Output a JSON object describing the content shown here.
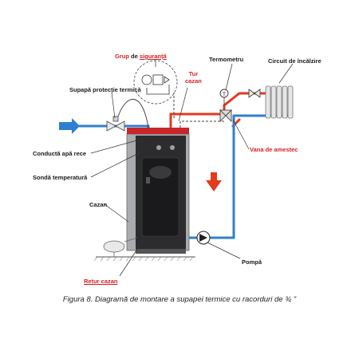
{
  "labels": {
    "grup_word": "Grup",
    "grup_de": "de",
    "grup_siguranta": "siguranță",
    "tur_line1": "Tur",
    "tur_line2": "cazan",
    "termometru": "Termometru",
    "circuit": "Circuit de încălzire",
    "supapa": "Supapă protecție termică",
    "conducta": "Conductă apă rece",
    "sonda": "Sondă temperatură",
    "vana": "Vana de amestec",
    "cazan": "Cazan",
    "pompa": "Pompă",
    "retur": "Retur cazan"
  },
  "caption": "Figura 8. Diagramă de montare a supapei termice cu racorduri de ¾ \"",
  "colors": {
    "hot_pipe": "#e23a1e",
    "cold_pipe": "#2f7fd0",
    "label_red": "#d81e1e",
    "boiler_body": "#2c2c2e",
    "boiler_side": "#a9abae"
  }
}
